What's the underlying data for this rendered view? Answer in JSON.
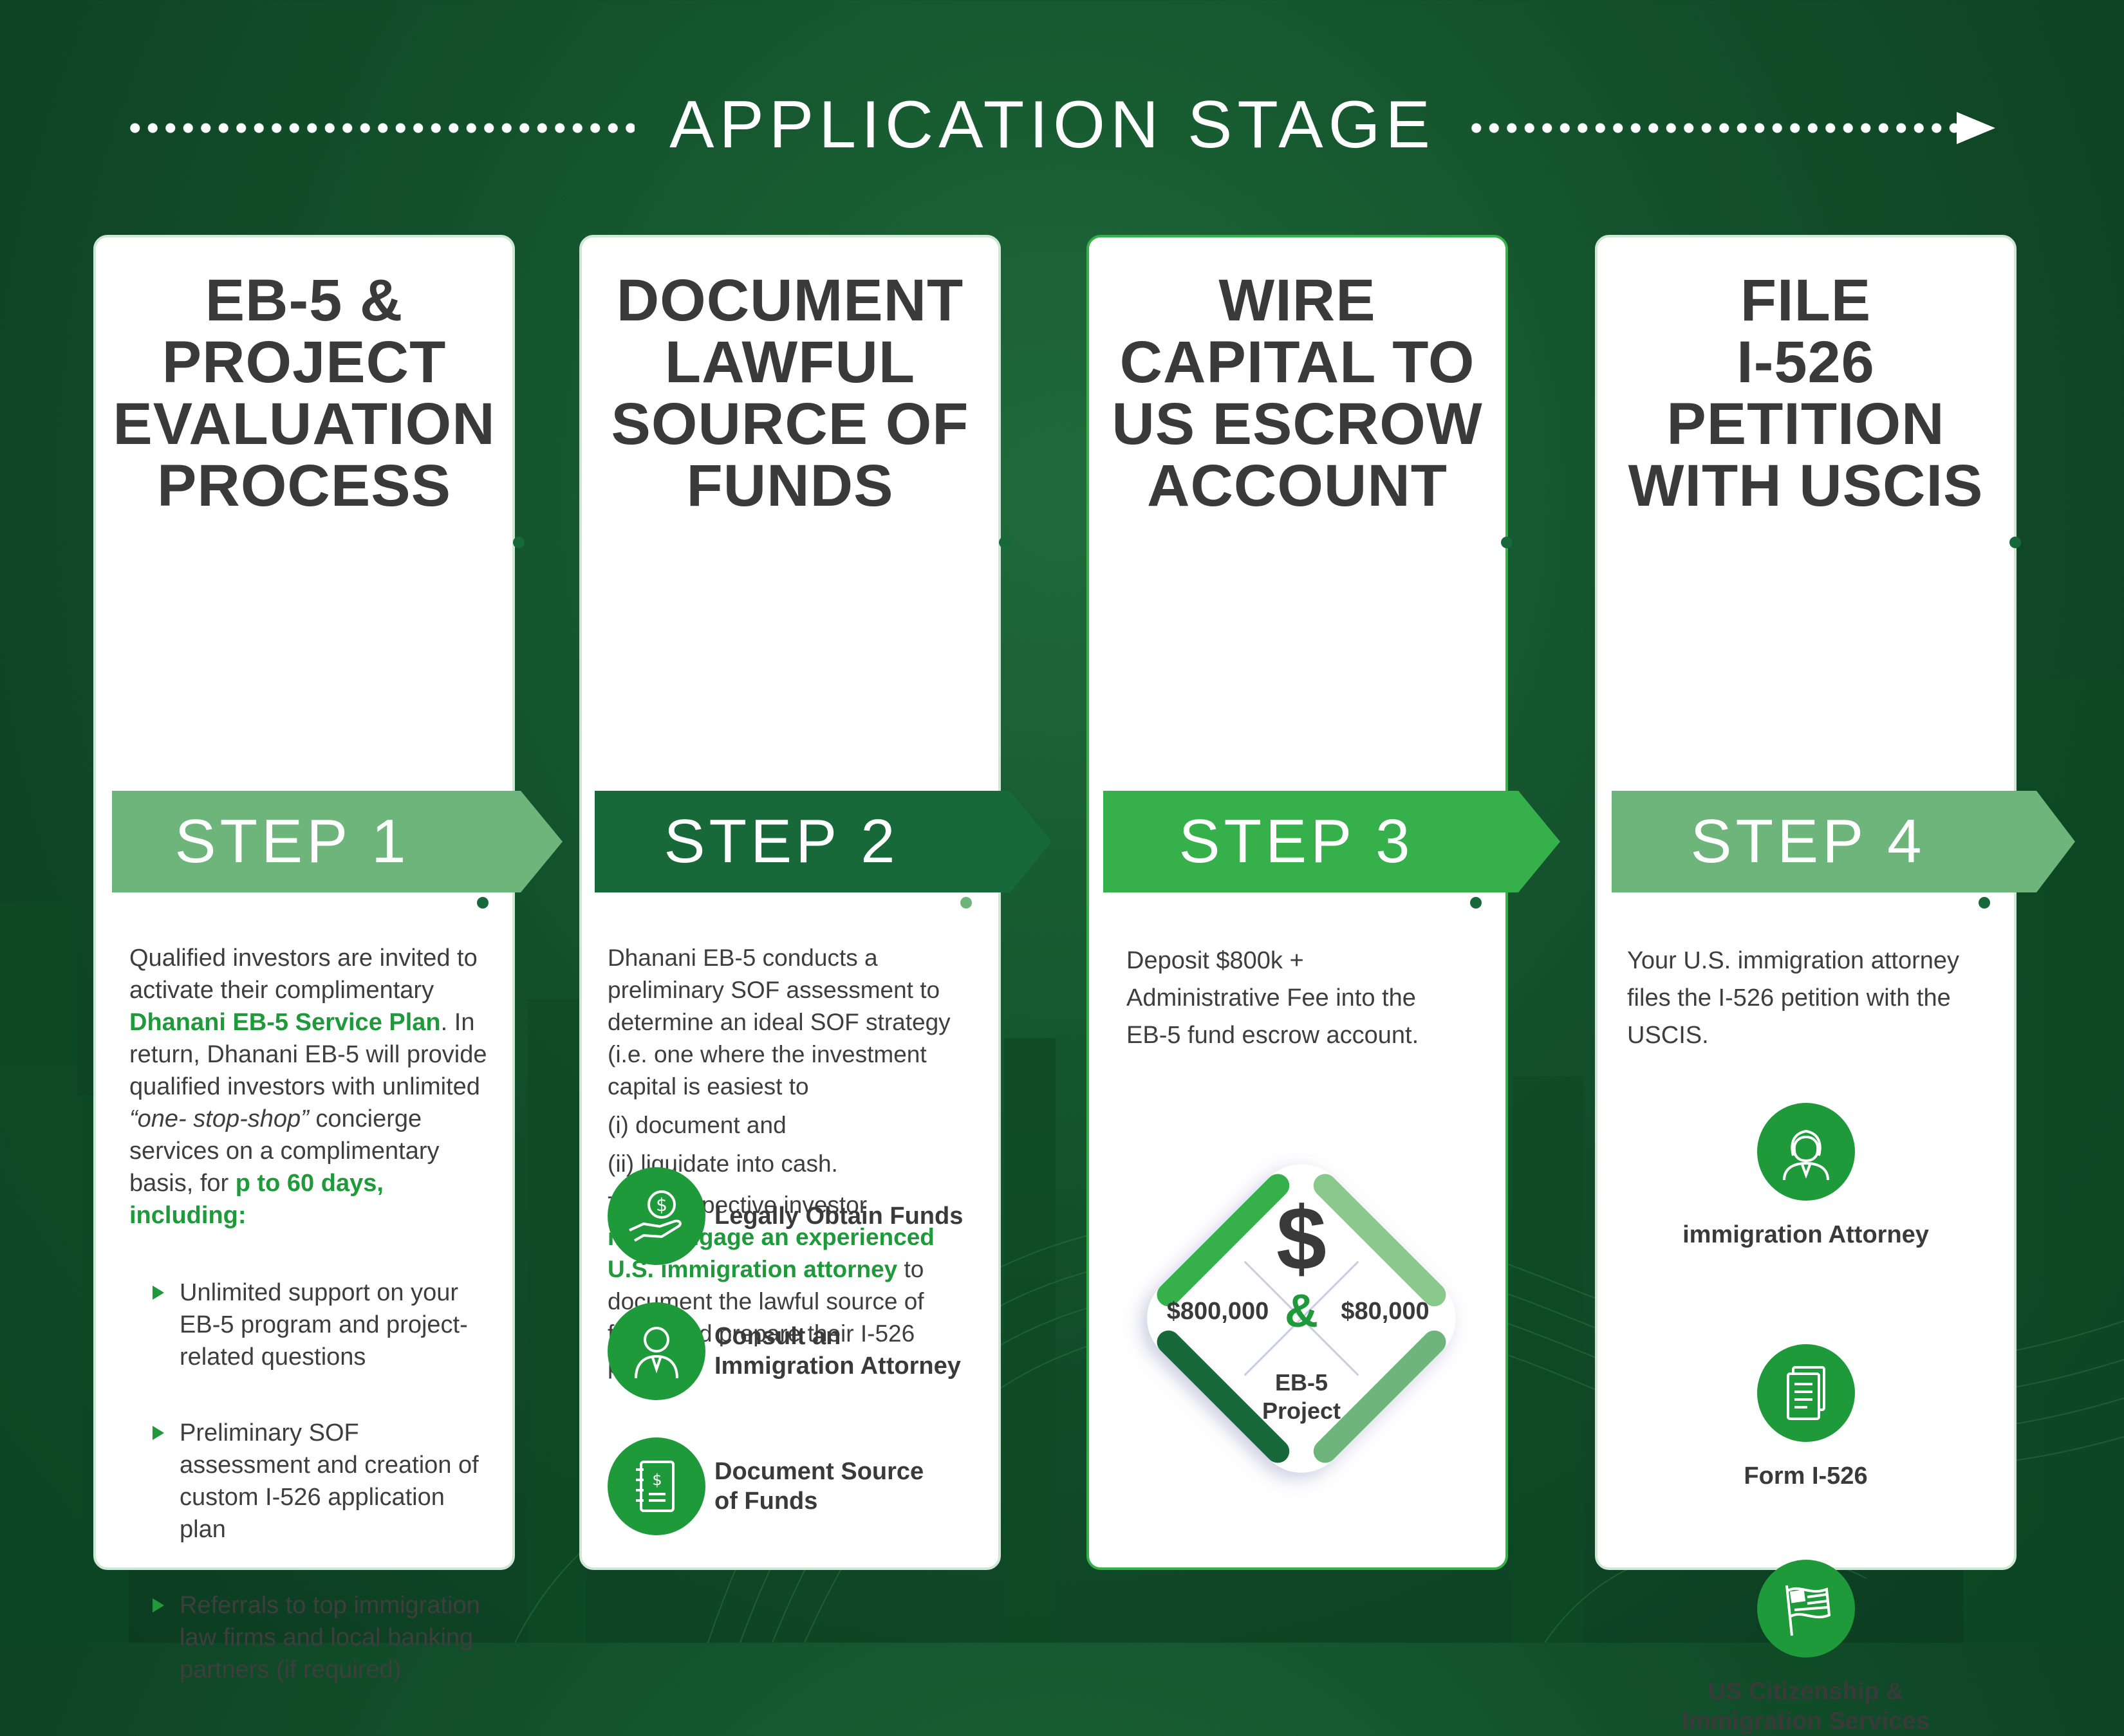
{
  "header": {
    "title": "APPLICATION STAGE"
  },
  "steps": [
    {
      "title": [
        "EB-5 &",
        "PROJECT",
        "EVALUATION",
        "PROCESS"
      ],
      "step_label": "STEP 1",
      "banner_color": "#6db57a",
      "body": {
        "intro_1": "Qualified investors are invited to activate their complimentary",
        "intro_highlight": "Dhanani EB-5 Service Plan",
        "intro_2": ". In return, Dhanani EB-5 will provide qualified investors with unlimited",
        "intro_italic": "“one- stop-shop”",
        "intro_3": " concierge services on a complimentary basis, for",
        "intro_highlight_2": "p to 60 days, including:",
        "bullets": [
          "Unlimited support on your EB-5 program and project-related questions",
          "Preliminary SOF assessment and creation of custom I-526 application plan",
          "Referrals to top immigration law firms and local banking partners (if required)"
        ]
      }
    },
    {
      "title": [
        "DOCUMENT",
        "LAWFUL",
        "SOURCE OF",
        "FUNDS"
      ],
      "step_label": "STEP 2",
      "banner_color": "#17693a",
      "body": {
        "para_1": "Dhanani EB-5 conducts a preliminary SOF assessment to determine an ideal SOF strategy (i.e. one where the investment capital is easiest to",
        "item_i": "(i) document and",
        "item_ii": "(ii) liquidate into cash.",
        "para_2a": "The prospective investor",
        "para_2_highlight": "must engage an experienced U.S. immigration attorney",
        "para_2b": "to document the lawful source of funds and prepare their I-526 petition.",
        "icons": [
          {
            "icon": "hand-money-icon",
            "label": "Legally Obtain Funds"
          },
          {
            "icon": "attorney-icon",
            "label": "Consult an Immigration Attorney"
          },
          {
            "icon": "document-dollar-icon",
            "label": "Document Source of Funds"
          }
        ]
      }
    },
    {
      "title": [
        "WIRE",
        "CAPITAL TO",
        "US ESCROW",
        "ACCOUNT"
      ],
      "step_label": "STEP 3",
      "banner_color": "#36b04a",
      "body": {
        "para": "Deposit $800k + Administrative Fee into the EB-5 fund escrow account.",
        "diamond": {
          "symbol": "$",
          "left_value": "$800,000",
          "ampersand": "&",
          "right_value": "$80,000",
          "bottom_label": "EB-5 Project"
        }
      }
    },
    {
      "title": [
        "FILE",
        "I-526",
        "PETITION",
        "WITH USCIS"
      ],
      "step_label": "STEP 4",
      "banner_color": "#6db57a",
      "body": {
        "para": "Your U.S. immigration attorney files the I-526 petition with the USCIS.",
        "icons": [
          {
            "icon": "woman-attorney-icon",
            "label": "immigration Attorney"
          },
          {
            "icon": "form-document-icon",
            "label": "Form I-526"
          },
          {
            "icon": "us-flag-icon",
            "label": "US Citizenship & Immigration Services"
          }
        ]
      }
    }
  ]
}
